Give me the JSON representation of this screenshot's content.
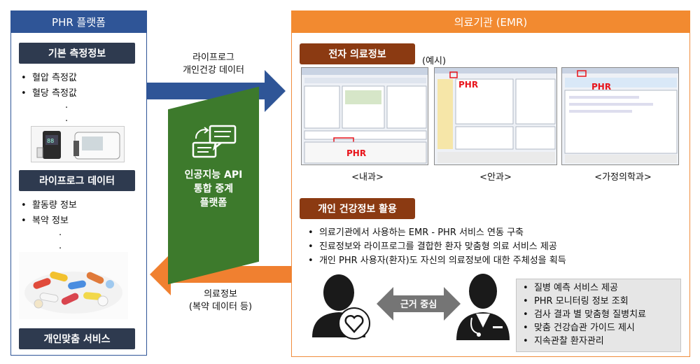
{
  "phr": {
    "title": "PHR 플랫폼",
    "basic_label": "기본 측정정보",
    "basic_items": [
      "혈압 측정값",
      "혈당 측정값"
    ],
    "lifelog_label": "라이프로그 데이터",
    "lifelog_items": [
      "활동량 정보",
      "복약 정보"
    ],
    "personal_service": "개인맞춤 서비스"
  },
  "flow": {
    "to_emr_line1": "라이프로그",
    "to_emr_line2": "개인건강 데이터",
    "to_phr_line1": "의료정보",
    "to_phr_line2": "(복약 데이터 등)",
    "platform_line1": "인공지능 API",
    "platform_line2": "통합 중계",
    "platform_line3": "플랫폼"
  },
  "emr": {
    "title": "의료기관 (EMR)",
    "record_label": "전자 의료정보",
    "example": "(예시)",
    "screens": [
      {
        "tag": "PHR",
        "caption": "<내과>"
      },
      {
        "tag": "PHR",
        "caption": "<안과>"
      },
      {
        "tag": "PHR",
        "caption": "<가정의학과>"
      }
    ],
    "usage_label": "개인 건강정보 활용",
    "usage_items": [
      "의료기관에서 사용하는 EMR -  PHR 서비스 연동 구축",
      "진료정보와 라이프로그를 결합한 환자 맞춤형 의료 서비스 제공",
      "개인 PHR 사용자(환자)도 자신의 의료정보에 대한 주체성을 획득"
    ],
    "evidence": "근거 중심",
    "services": [
      "질병 예측 서비스 제공",
      "PHR 모니터링 정보 조회",
      "검사 결과 별 맞춤형 질병치료",
      "맞춤 건강습관 가이드 제시",
      "지속관찰 환자관리"
    ]
  },
  "colors": {
    "phr_blue": "#2f5597",
    "emr_orange": "#f28a30",
    "platform_green": "#3d7a2c",
    "label_dark": "#2e3a4f",
    "label_brown": "#8b3a12"
  }
}
